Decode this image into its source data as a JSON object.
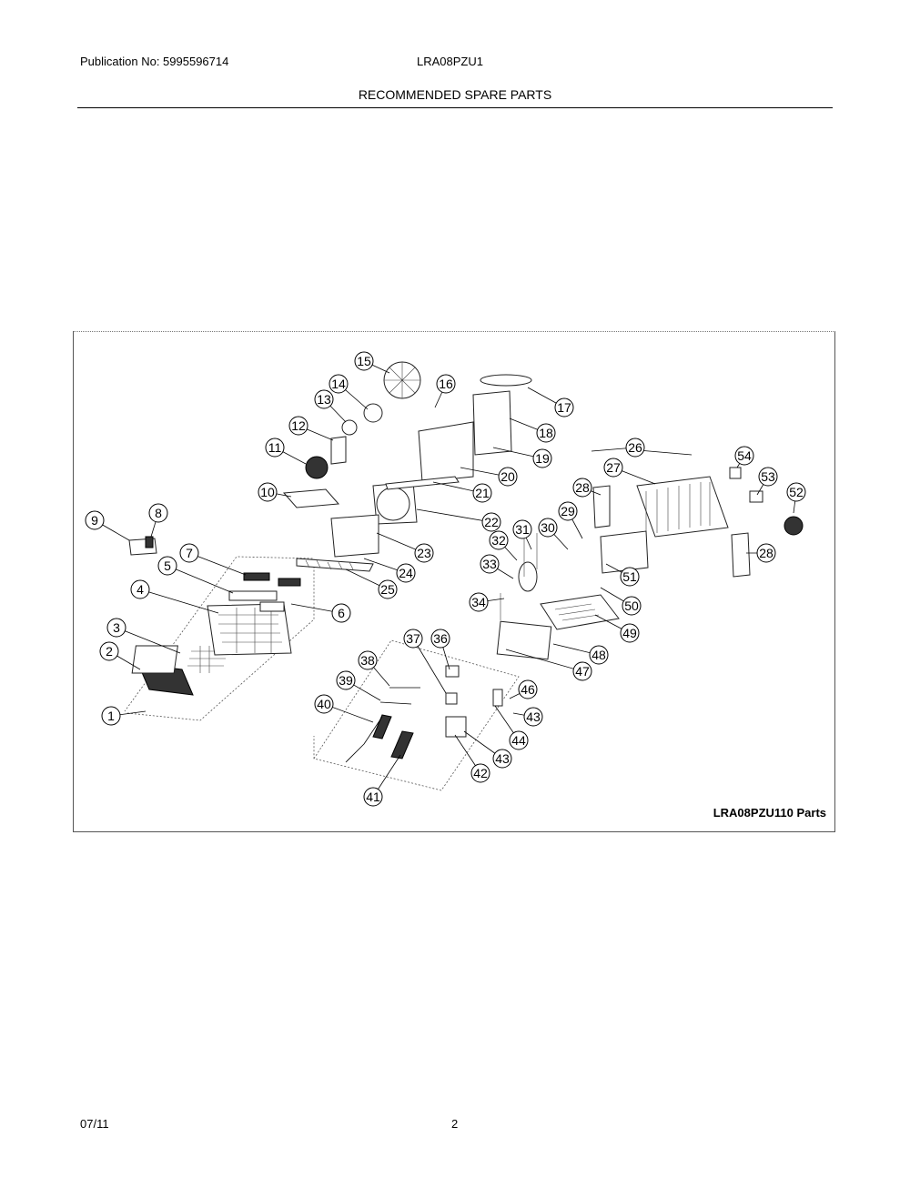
{
  "header": {
    "publication": "Publication No: 5995596714",
    "model": "LRA08PZU1",
    "title": "RECOMMENDED SPARE PARTS"
  },
  "diagram": {
    "caption": "LRA08PZU110 Parts",
    "callouts": [
      "1",
      "2",
      "3",
      "4",
      "5",
      "6",
      "7",
      "8",
      "9",
      "10",
      "11",
      "12",
      "13",
      "14",
      "15",
      "16",
      "17",
      "18",
      "19",
      "20",
      "21",
      "22",
      "23",
      "24",
      "25",
      "26",
      "27",
      "28",
      "28",
      "29",
      "30",
      "31",
      "32",
      "33",
      "34",
      "36",
      "37",
      "38",
      "39",
      "40",
      "41",
      "42",
      "43",
      "43",
      "44",
      "46",
      "47",
      "48",
      "49",
      "50",
      "51",
      "52",
      "53",
      "54"
    ]
  },
  "footer": {
    "date": "07/11",
    "page": "2"
  }
}
